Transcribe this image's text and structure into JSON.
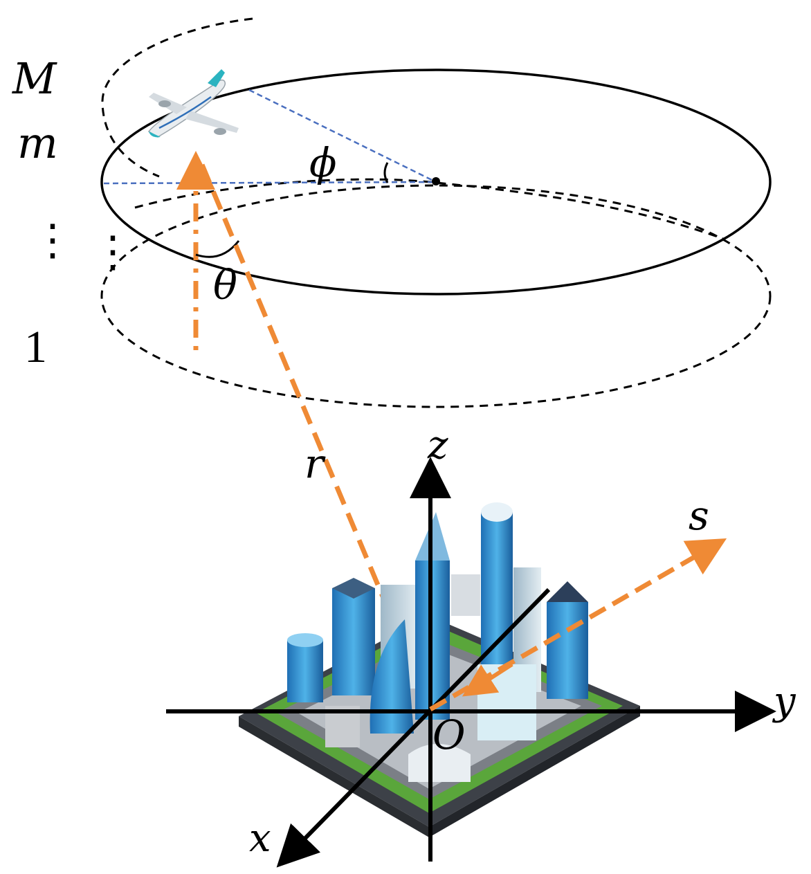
{
  "levels": {
    "top_label": "M",
    "current_label": "m",
    "ellipsis": "⋮",
    "bottom_label": "1"
  },
  "angles": {
    "azimuth": "ϕ",
    "elevation": "θ"
  },
  "vectors": {
    "range": "r",
    "direction": "s"
  },
  "axes": {
    "x": "x",
    "y": "y",
    "z": "z",
    "origin": "O"
  },
  "colors": {
    "ray": "#ef8a35",
    "azimuth_lines": "#4a6fbf",
    "ellipse_lines": "#000000"
  },
  "icons": {
    "aircraft": "airplane-icon",
    "city": "city-icon"
  }
}
